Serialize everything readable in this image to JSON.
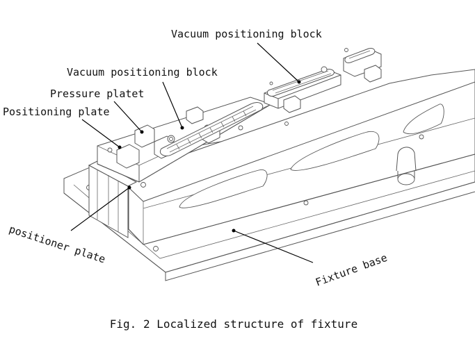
{
  "labels": {
    "vacuum_block_upper": "Vacuum positioning block",
    "vacuum_block_lower": "Vacuum positioning block",
    "pressure_platet": "Pressure platet",
    "positioning_plate": "Positioning plate",
    "positioner_plate": "positioner plate",
    "fixture_base": "Fixture base"
  },
  "caption": "Fig. 2 Localized structure of fixture"
}
